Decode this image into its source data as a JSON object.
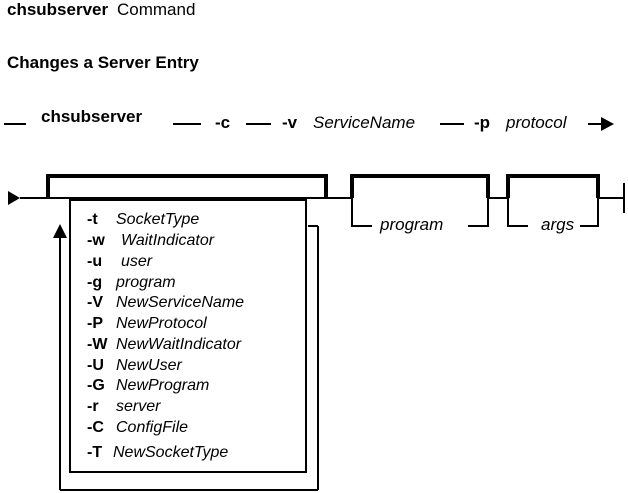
{
  "heading": {
    "command": "chsubserver",
    "suffix": "Command",
    "purpose": "Changes a Server Entry"
  },
  "syntax": {
    "command": "chsubserver",
    "flag_c": "-c",
    "flag_v": "-v",
    "service_name": "ServiceName",
    "flag_p": "-p",
    "protocol": "protocol",
    "program": "program",
    "args": "args"
  },
  "options": [
    {
      "flag": "-t",
      "param": "SocketType"
    },
    {
      "flag": "-w",
      "param": "WaitIndicator"
    },
    {
      "flag": "-u",
      "param": "user"
    },
    {
      "flag": "-g",
      "param": "program"
    },
    {
      "flag": "-V",
      "param": "NewServiceName"
    },
    {
      "flag": "-P",
      "param": "NewProtocol"
    },
    {
      "flag": "-W",
      "param": "NewWaitIndicator"
    },
    {
      "flag": "-U",
      "param": "NewUser"
    },
    {
      "flag": "-G",
      "param": "NewProgram"
    },
    {
      "flag": "-r",
      "param": "server"
    },
    {
      "flag": "-C",
      "param": "ConfigFile"
    },
    {
      "flag": "-T",
      "param": "NewSocketType"
    }
  ]
}
